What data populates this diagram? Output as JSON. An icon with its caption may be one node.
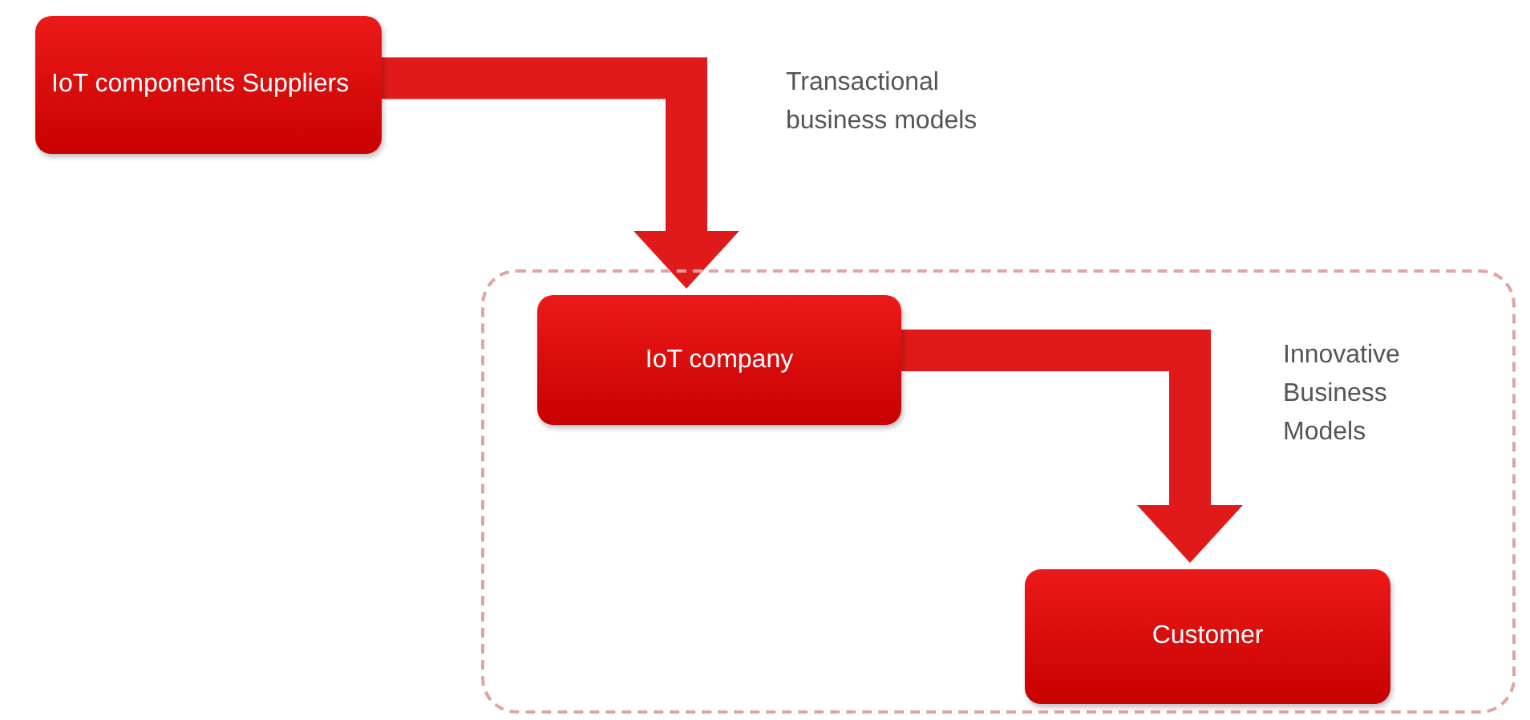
{
  "diagram": {
    "nodes": [
      {
        "text": [
          "IoT components Suppliers"
        ]
      },
      {
        "text": [],
        "shape": "box"
      },
      {
        "text": [
          "IoT company"
        ],
        "in": 1
      },
      {
        "text": [
          "Customer"
        ],
        "in": 1
      }
    ],
    "edges": [
      {
        "from": 0,
        "to": 2,
        "arrow": "to",
        "label": "Transactional business models"
      },
      {
        "from": 2,
        "to": 3,
        "arrow": "to",
        "label": "Innovative Business Models"
      }
    ]
  }
}
